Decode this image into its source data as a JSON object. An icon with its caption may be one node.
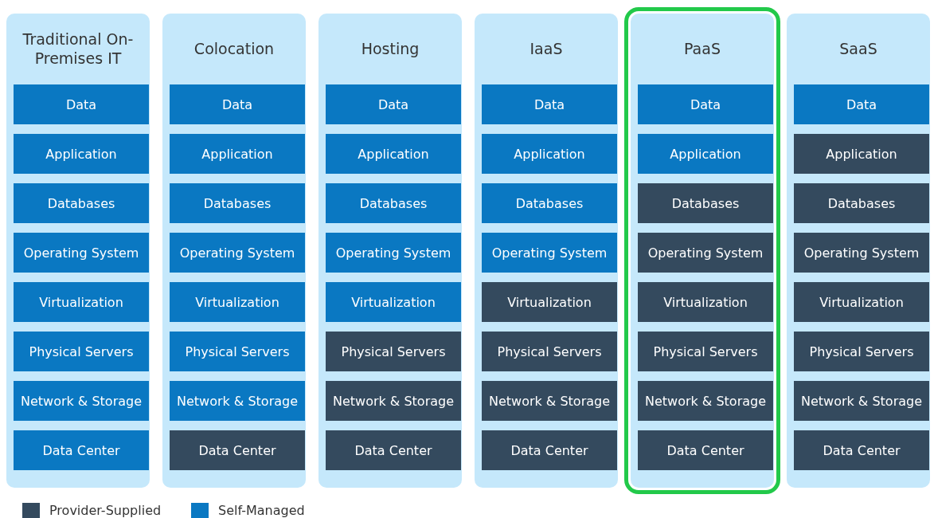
{
  "diagram": {
    "nodes": [
      {
        "text": [
          "Traditional On-Premises IT"
        ]
      },
      {
        "text": [
          "Data"
        ],
        "in": 0
      },
      {
        "text": [
          "Application"
        ],
        "in": 0
      },
      {
        "text": [
          "Databases"
        ],
        "in": 0
      },
      {
        "text": [
          "Operating System"
        ],
        "in": 0
      },
      {
        "text": [
          "Virtualization"
        ],
        "in": 0
      },
      {
        "text": [
          "Physical Servers"
        ],
        "in": 0
      },
      {
        "text": [
          "Network & Storage"
        ],
        "in": 0
      },
      {
        "text": [
          "Data Center"
        ],
        "in": 0
      },
      {
        "text": [
          "Colocation"
        ]
      },
      {
        "text": [
          "Data"
        ],
        "in": 9
      },
      {
        "text": [
          "Application"
        ],
        "in": 9
      },
      {
        "text": [
          "Databases"
        ],
        "in": 9
      },
      {
        "text": [
          "Operating System"
        ],
        "in": 9
      },
      {
        "text": [
          "Virtualization"
        ],
        "in": 9
      },
      {
        "text": [
          "Physical Servers"
        ],
        "in": 9
      },
      {
        "text": [
          "Network & Storage"
        ],
        "in": 9
      },
      {
        "text": [
          "Data Center"
        ],
        "in": 9
      },
      {
        "text": [
          "Hosting"
        ]
      },
      {
        "text": [
          "Data"
        ],
        "in": 18
      },
      {
        "text": [
          "Application"
        ],
        "in": 18
      },
      {
        "text": [
          "Databases"
        ],
        "in": 18
      },
      {
        "text": [
          "Operating System"
        ],
        "in": 18
      },
      {
        "text": [
          "Virtualization"
        ],
        "in": 18
      },
      {
        "text": [
          "Physical Servers"
        ],
        "in": 18
      },
      {
        "text": [
          "Network & Storage"
        ],
        "in": 18
      },
      {
        "text": [
          "Data Center"
        ],
        "in": 18
      },
      {
        "text": [
          "IaaS"
        ]
      },
      {
        "text": [
          "Data"
        ],
        "in": 27
      },
      {
        "text": [
          "Application"
        ],
        "in": 27
      },
      {
        "text": [
          "Databases"
        ],
        "in": 27
      },
      {
        "text": [
          "Operating System"
        ],
        "in": 27
      },
      {
        "text": [
          "Virtualization"
        ],
        "in": 27
      },
      {
        "text": [
          "Physical Servers"
        ],
        "in": 27
      },
      {
        "text": [
          "Network & Storage"
        ],
        "in": 27
      },
      {
        "text": [
          "Data Center"
        ],
        "in": 27
      },
      {
        "text": [
          "PaaS"
        ]
      },
      {
        "text": [
          "Data"
        ],
        "in": 36
      },
      {
        "text": [
          "Application"
        ],
        "in": 36
      },
      {
        "text": [
          "Databases"
        ],
        "in": 36
      },
      {
        "text": [
          "Operating System"
        ],
        "in": 36
      },
      {
        "text": [
          "Virtualization"
        ],
        "in": 36
      },
      {
        "text": [
          "Physical Servers"
        ],
        "in": 36
      },
      {
        "text": [
          "Network & Storage"
        ],
        "in": 36
      },
      {
        "text": [
          "Data Center"
        ],
        "in": 36
      },
      {
        "text": [
          "SaaS"
        ]
      },
      {
        "text": [
          "Data"
        ],
        "in": 45
      },
      {
        "text": [
          "Application"
        ],
        "in": 45
      },
      {
        "text": [
          "Databases"
        ],
        "in": 45
      },
      {
        "text": [
          "Operating System"
        ],
        "in": 45
      },
      {
        "text": [
          "Virtualization"
        ],
        "in": 45
      },
      {
        "text": [
          "Physical Servers"
        ],
        "in": 45
      },
      {
        "text": [
          "Network & Storage"
        ],
        "in": 45
      },
      {
        "text": [
          "Data Center"
        ],
        "in": 45
      }
    ],
    "legend": [
      {
        "text": "Provider-Supplied",
        "color": "#344a5e"
      },
      {
        "text": "Self-Managed",
        "color": "#0a78c2"
      }
    ]
  }
}
